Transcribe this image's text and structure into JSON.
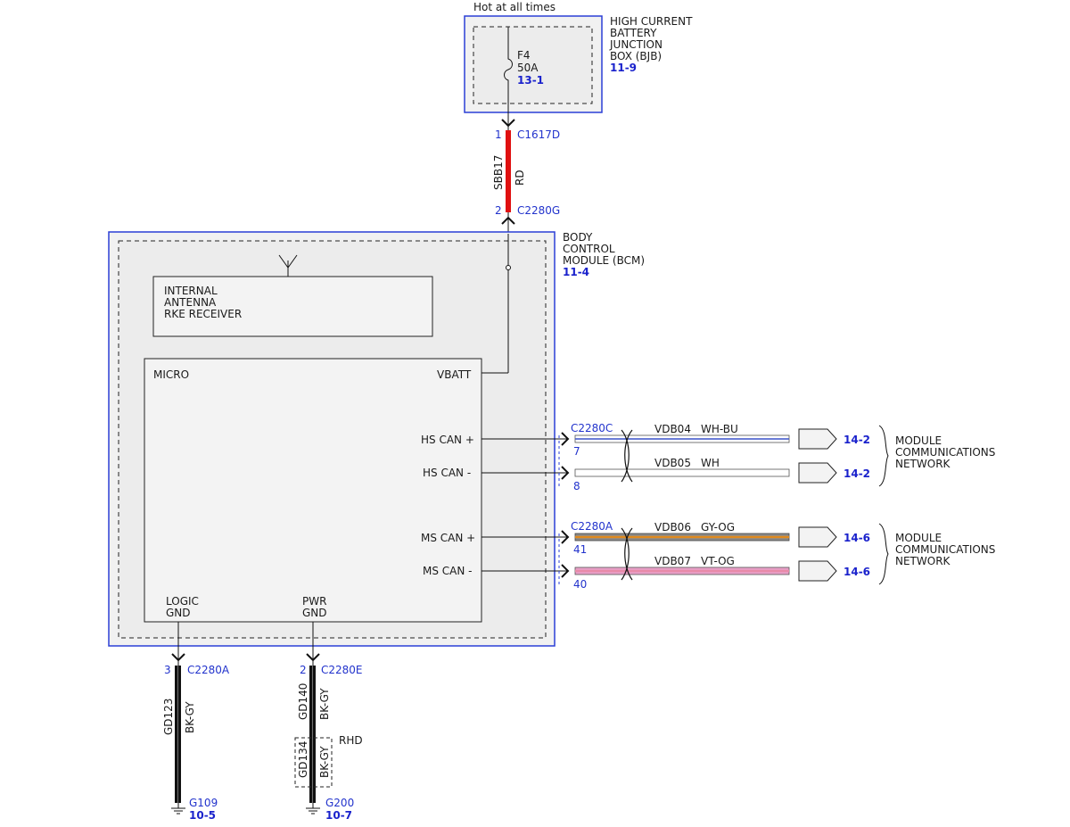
{
  "supply": {
    "label": "Hot at all times"
  },
  "bjb": {
    "title_lines": [
      "HIGH CURRENT",
      "BATTERY",
      "JUNCTION",
      "BOX (BJB)"
    ],
    "ref": "11-9",
    "fuse": {
      "name": "F4",
      "rating": "50A",
      "ref": "13-1"
    }
  },
  "feed": {
    "top_pin": "1",
    "top_connector": "C1617D",
    "circuit": "SBB17",
    "color": "RD",
    "bottom_pin": "2",
    "bottom_connector": "C2280G"
  },
  "bcm": {
    "title_lines": [
      "BODY",
      "CONTROL",
      "MODULE (BCM)"
    ],
    "ref": "11-4",
    "receiver_lines": [
      "INTERNAL",
      "ANTENNA",
      "RKE RECEIVER"
    ],
    "micro_label": "MICRO",
    "vbatt_label": "VBATT",
    "logic_gnd_lines": [
      "LOGIC",
      "GND"
    ],
    "pwr_gnd_lines": [
      "PWR",
      "GND"
    ]
  },
  "can": [
    {
      "connector": "C2280C",
      "network_lines": [
        "MODULE",
        "COMMUNICATIONS",
        "NETWORK"
      ],
      "lines": [
        {
          "signal": "HS CAN +",
          "pin": "7",
          "circuit": "VDB04",
          "color": "WH-BU",
          "ref": "14-2",
          "wire_main": "#ffffff",
          "wire_stripe": "#3a52c8"
        },
        {
          "signal": "HS CAN -",
          "pin": "8",
          "circuit": "VDB05",
          "color": "WH",
          "ref": "14-2",
          "wire_main": "#ffffff",
          "wire_stripe": "#ffffff"
        }
      ]
    },
    {
      "connector": "C2280A",
      "network_lines": [
        "MODULE",
        "COMMUNICATIONS",
        "NETWORK"
      ],
      "lines": [
        {
          "signal": "MS CAN +",
          "pin": "41",
          "circuit": "VDB06",
          "color": "GY-OG",
          "ref": "14-6",
          "wire_main": "#8a8a8a",
          "wire_stripe": "#e08a1e"
        },
        {
          "signal": "MS CAN -",
          "pin": "40",
          "circuit": "VDB07",
          "color": "VT-OG",
          "ref": "14-6",
          "wire_main": "#e8a0c8",
          "wire_stripe": "#e88aa8"
        }
      ]
    }
  ],
  "grounds": [
    {
      "pin": "3",
      "connector": "C2280A",
      "circuit": "GD123",
      "color": "BK-GY",
      "ground": "G109",
      "ref": "10-5"
    },
    {
      "pin": "2",
      "connector": "C2280E",
      "circuit": "GD140",
      "color": "BK-GY",
      "ground": "G200",
      "ref": "10-7",
      "option": {
        "circuit": "GD134",
        "color": "BK-GY",
        "label": "RHD"
      }
    }
  ],
  "colors": {
    "accent_blue": "#2233cc",
    "box_blue": "#2b3fd6",
    "feed_red": "#e01010",
    "ground_black": "#111111"
  }
}
